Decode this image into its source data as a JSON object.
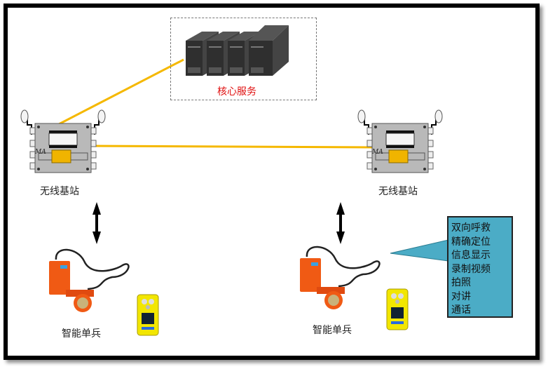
{
  "core_service": {
    "label": "核心服务",
    "server_count": 4
  },
  "stations": [
    {
      "label": "无线基站",
      "badge": "MA"
    },
    {
      "label": "无线基站",
      "badge": "MA"
    }
  ],
  "units": [
    {
      "label": "智能单兵"
    },
    {
      "label": "智能单兵"
    }
  ],
  "features": [
    "双向呼救",
    "精确定位",
    "信息显示",
    "录制视频",
    "拍照",
    "对讲",
    "通话"
  ],
  "colors": {
    "link": "#f5b800",
    "callout": "#4bacc6",
    "core_label": "#e01010",
    "lamp": "#f05a14",
    "detector": "#f2e600"
  }
}
